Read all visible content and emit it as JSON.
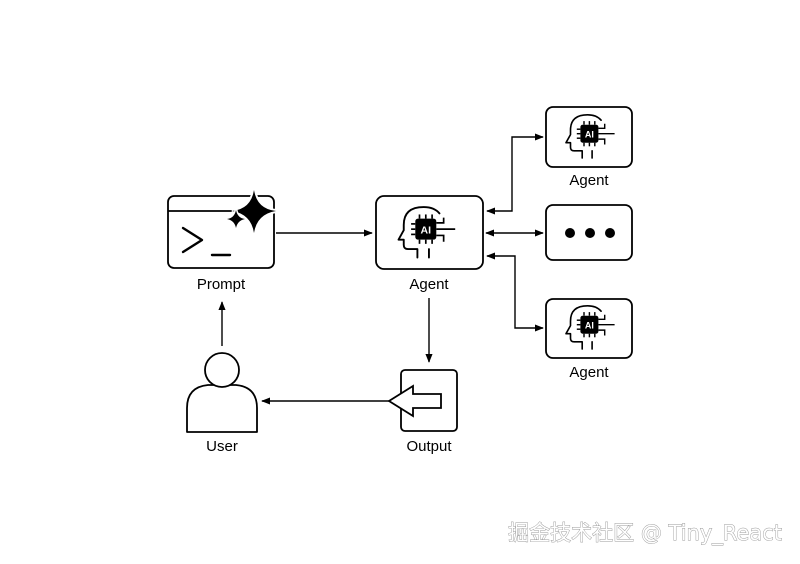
{
  "nodes": {
    "prompt": {
      "label": "Prompt",
      "icon": "terminal-sparkle-icon"
    },
    "agent_main": {
      "label": "Agent",
      "icon": "ai-head-icon"
    },
    "agent_top": {
      "label": "Agent",
      "icon": "ai-head-icon"
    },
    "agent_more": {
      "label": "",
      "icon": "ellipsis-icon"
    },
    "agent_bottom": {
      "label": "Agent",
      "icon": "ai-head-icon"
    },
    "output": {
      "label": "Output",
      "icon": "arrow-left-icon"
    },
    "user": {
      "label": "User",
      "icon": "person-icon"
    }
  },
  "chip_text": "AI",
  "edges": [
    {
      "from": "prompt",
      "to": "agent_main",
      "style": "one-way"
    },
    {
      "from": "agent_main",
      "to": "agent_top",
      "style": "two-way"
    },
    {
      "from": "agent_main",
      "to": "agent_more",
      "style": "two-way"
    },
    {
      "from": "agent_main",
      "to": "agent_bottom",
      "style": "two-way"
    },
    {
      "from": "agent_main",
      "to": "output",
      "style": "one-way"
    },
    {
      "from": "output",
      "to": "user",
      "style": "one-way"
    },
    {
      "from": "user",
      "to": "prompt",
      "style": "one-way"
    }
  ],
  "watermark": "掘金技术社区 @ Tiny_React",
  "colors": {
    "stroke": "#000000",
    "background": "#ffffff"
  }
}
